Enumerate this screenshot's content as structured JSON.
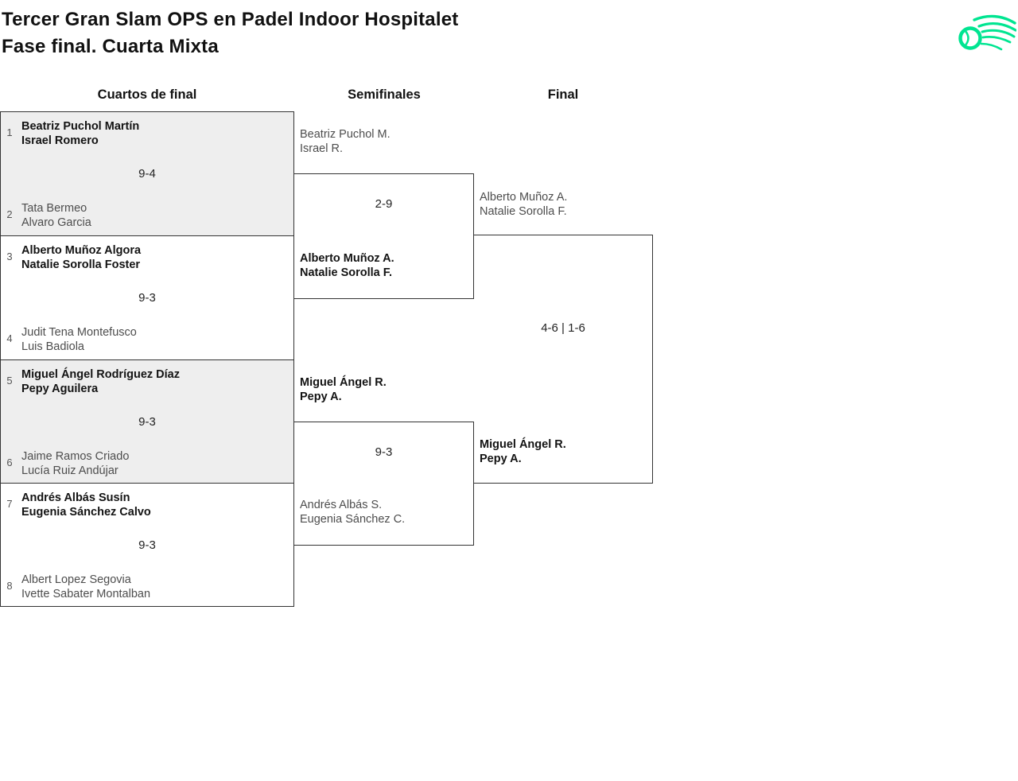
{
  "page": {
    "title": "Tercer Gran Slam OPS en Padel Indoor Hospitalet",
    "subtitle": "Fase final. Cuarta Mixta"
  },
  "columns": [
    "Cuartos de final",
    "Semifinales",
    "Final"
  ],
  "colors": {
    "accent_green": "#00e591",
    "row_alt_background": "#eeeeee",
    "border": "#333333",
    "winner_text": "#131313",
    "loser_text": "#4d4d4d"
  },
  "quarterfinals": [
    {
      "seed_a": "1",
      "team_a": [
        "Beatriz Puchol Martín",
        "Israel Romero"
      ],
      "score": "9-4",
      "seed_b": "2",
      "team_b": [
        "Tata Bermeo",
        "Alvaro Garcia"
      ],
      "winner": "a"
    },
    {
      "seed_a": "3",
      "team_a": [
        "Alberto Muñoz Algora",
        "Natalie Sorolla Foster"
      ],
      "score": "9-3",
      "seed_b": "4",
      "team_b": [
        "Judit Tena Montefusco",
        "Luis Badiola"
      ],
      "winner": "a"
    },
    {
      "seed_a": "5",
      "team_a": [
        "Miguel Ángel Rodríguez Díaz",
        "Pepy Aguilera"
      ],
      "score": "9-3",
      "seed_b": "6",
      "team_b": [
        "Jaime Ramos Criado",
        "Lucía Ruiz Andújar"
      ],
      "winner": "a"
    },
    {
      "seed_a": "7",
      "team_a": [
        "Andrés Albás Susín",
        "Eugenia Sánchez Calvo"
      ],
      "score": "9-3",
      "seed_b": "8",
      "team_b": [
        "Albert Lopez Segovia",
        "Ivette Sabater Montalban"
      ],
      "winner": "a"
    }
  ],
  "semifinals": [
    {
      "team_a": [
        "Beatriz Puchol M.",
        "Israel R."
      ],
      "score": "2-9",
      "team_b": [
        "Alberto Muñoz A.",
        "Natalie Sorolla F."
      ],
      "winner": "b"
    },
    {
      "team_a": [
        "Miguel Ángel R.",
        "Pepy A."
      ],
      "score": "9-3",
      "team_b": [
        "Andrés Albás S.",
        "Eugenia Sánchez C."
      ],
      "winner": "a"
    }
  ],
  "final": {
    "team_a": [
      "Alberto Muñoz A.",
      "Natalie Sorolla F."
    ],
    "score": "4-6 | 1-6",
    "team_b": [
      "Miguel Ángel R.",
      "Pepy A."
    ],
    "winner": "b"
  }
}
